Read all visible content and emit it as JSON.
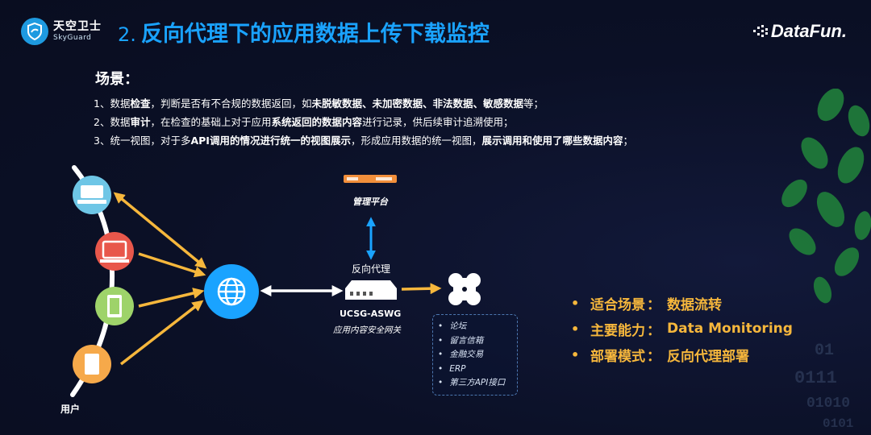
{
  "header": {
    "logo_cn": "天空卫士",
    "logo_en": "SkyGuard",
    "title_num": "2.",
    "title": "反向代理下的应用数据上传下载监控",
    "brand": "DataFun."
  },
  "scene": {
    "heading": "场景：",
    "lines": [
      [
        {
          "t": "1、数据",
          "b": false
        },
        {
          "t": "检查",
          "b": true
        },
        {
          "t": "，判断是否有不合规的数据返回，如",
          "b": false
        },
        {
          "t": "未脱敏数据、未加密数据、非法数据、敏感数据",
          "b": true
        },
        {
          "t": "等；",
          "b": false
        }
      ],
      [
        {
          "t": "2、数据",
          "b": false
        },
        {
          "t": "审计",
          "b": true
        },
        {
          "t": "，在检查的基础上对于应用",
          "b": false
        },
        {
          "t": "系统返回的数据内容",
          "b": true
        },
        {
          "t": "进行记录，供后续审计追溯使用；",
          "b": false
        }
      ],
      [
        {
          "t": "3、统一视图，对于多",
          "b": false
        },
        {
          "t": "API调用的情况进行统一的视图展示",
          "b": true
        },
        {
          "t": "，形成应用数据的统一视图，",
          "b": false
        },
        {
          "t": "展示调用和使用了哪些数据内容",
          "b": true
        },
        {
          "t": "；",
          "b": false
        }
      ]
    ]
  },
  "diagram": {
    "mgmt_label": "管理平台",
    "proxy_label": "反向代理",
    "device_name": "UCSG-ASWG",
    "device_desc": "应用内容安全网关",
    "users_label": "用户",
    "apps": [
      "论坛",
      "留言信箱",
      "金融交易",
      "ERP",
      "第三方API接口"
    ],
    "colors": {
      "arrow": "#f6b73c",
      "sync_arrow": "#1aa3ff",
      "globe": "#1aa3ff",
      "user1": "#6ec6e6",
      "user2": "#e8574b",
      "user3": "#9ed36a",
      "user4": "#f6a94a"
    }
  },
  "features": [
    {
      "key": "适合场景",
      "value": "数据流转"
    },
    {
      "key": "主要能力",
      "value": "Data Monitoring"
    },
    {
      "key": "部署模式",
      "value": "反向代理部署"
    }
  ]
}
